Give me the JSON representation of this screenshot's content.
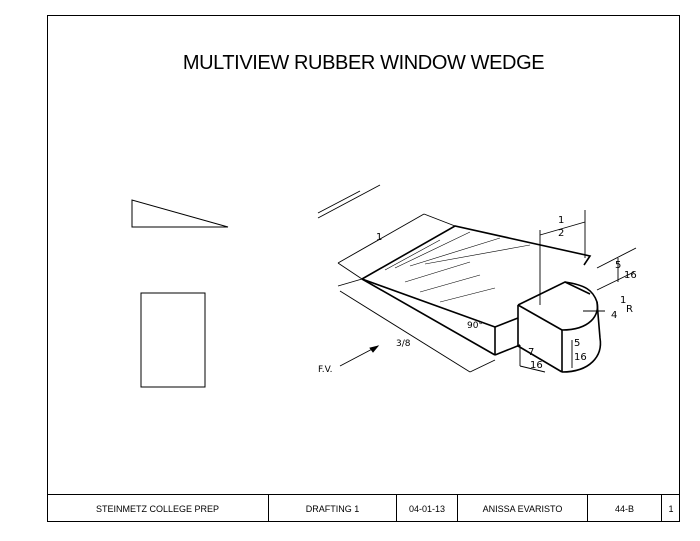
{
  "drawing": {
    "title": "MULTIVIEW RUBBER WINDOW WEDGE",
    "dimensions": {
      "length": "1",
      "half": [
        "1",
        "2"
      ],
      "five_sixteenths_right": [
        "5",
        "16"
      ],
      "radius": [
        "1",
        "4",
        "R"
      ],
      "five_sixteenths_front": [
        "5",
        "16"
      ],
      "seven_sixteenths": [
        "7",
        "16"
      ],
      "three_eighths": "3/8",
      "angle": "90°",
      "front_view": "F.V."
    }
  },
  "title_block": {
    "school": "STEINMETZ COLLEGE PREP",
    "course": "DRAFTING 1",
    "date": "04-01-13",
    "student": "ANISSA EVARISTO",
    "drawing_no": "44-B",
    "sheet": "1"
  }
}
